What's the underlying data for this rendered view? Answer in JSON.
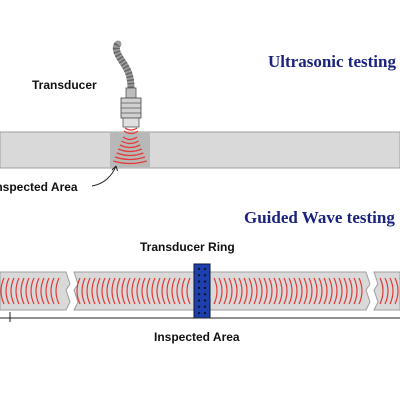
{
  "ultrasonic": {
    "title": "Ultrasonic testing",
    "transducer_label": "Transducer",
    "inspected_area_label": "Inspected Area"
  },
  "guided": {
    "title": "Guided Wave testing",
    "ring_label": "Transducer Ring",
    "inspected_area_label": "Inspected Area"
  },
  "colors": {
    "title_text": "#1a237e",
    "pipe_fill": "#d9d9d9",
    "pipe_stroke": "#9e9e9e",
    "wave": "#e53935",
    "ring_fill": "#1e40af",
    "ring_dots": "#0b1533"
  }
}
